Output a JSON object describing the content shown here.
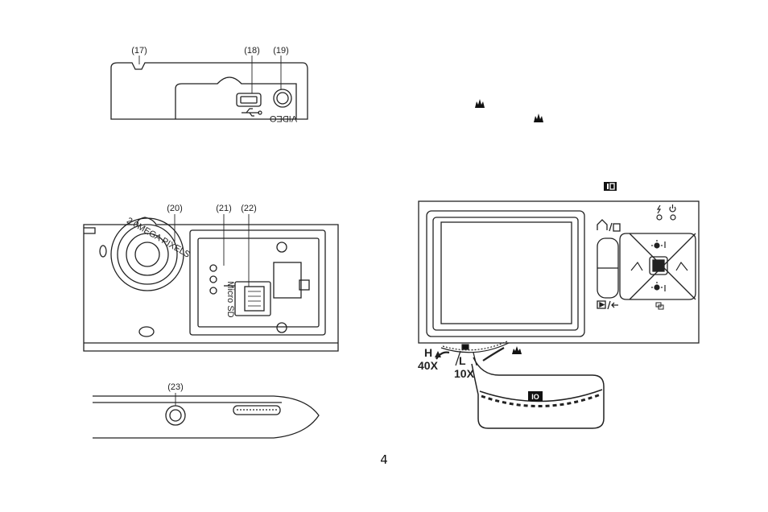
{
  "labels": {
    "c17": "(17)",
    "c18": "(18)",
    "c19": "(19)",
    "c20": "(20)",
    "c21": "(21)",
    "c22": "(22)",
    "c23": "(23)"
  },
  "device_text": {
    "video": "VIDEO",
    "lens_ring": "2.0MEGA PIXELS",
    "micro_sd": "Micro SD"
  },
  "zoom": {
    "h_letter": "H",
    "h_mag": "40X",
    "l_letter": "L",
    "l_mag": "10X",
    "io_badge": "IO"
  },
  "page_number": "4"
}
